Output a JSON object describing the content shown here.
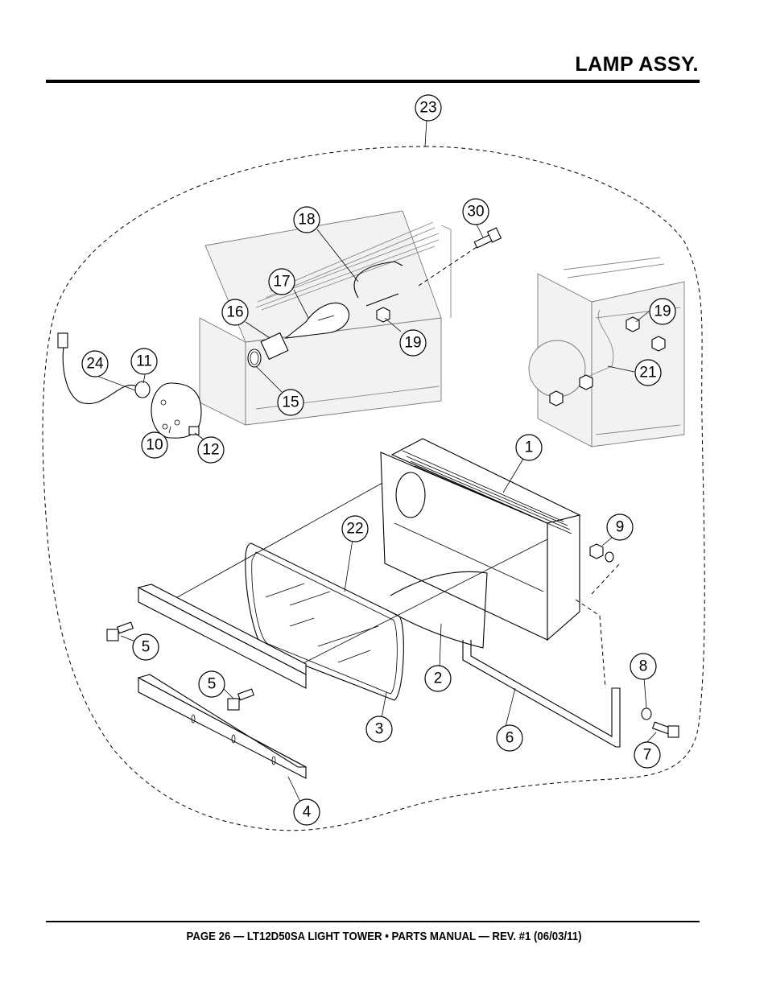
{
  "header": {
    "title": "LAMP ASSY."
  },
  "footer": {
    "text": "PAGE 26 — LT12D50SA LIGHT TOWER • PARTS MANUAL — REV. #1 (06/03/11)"
  },
  "callouts": [
    {
      "id": "c23",
      "label": "23"
    },
    {
      "id": "c18",
      "label": "18"
    },
    {
      "id": "c30",
      "label": "30"
    },
    {
      "id": "c17",
      "label": "17"
    },
    {
      "id": "c16",
      "label": "16"
    },
    {
      "id": "c19a",
      "label": "19"
    },
    {
      "id": "c19b",
      "label": "19"
    },
    {
      "id": "c21",
      "label": "21"
    },
    {
      "id": "c24",
      "label": "24"
    },
    {
      "id": "c11",
      "label": "11"
    },
    {
      "id": "c15",
      "label": "15"
    },
    {
      "id": "c10",
      "label": "10"
    },
    {
      "id": "c12",
      "label": "12"
    },
    {
      "id": "c1",
      "label": "1"
    },
    {
      "id": "c22",
      "label": "22"
    },
    {
      "id": "c9",
      "label": "9"
    },
    {
      "id": "c5a",
      "label": "5"
    },
    {
      "id": "c5b",
      "label": "5"
    },
    {
      "id": "c2",
      "label": "2"
    },
    {
      "id": "c8",
      "label": "8"
    },
    {
      "id": "c3",
      "label": "3"
    },
    {
      "id": "c6",
      "label": "6"
    },
    {
      "id": "c7",
      "label": "7"
    },
    {
      "id": "c4",
      "label": "4"
    }
  ]
}
